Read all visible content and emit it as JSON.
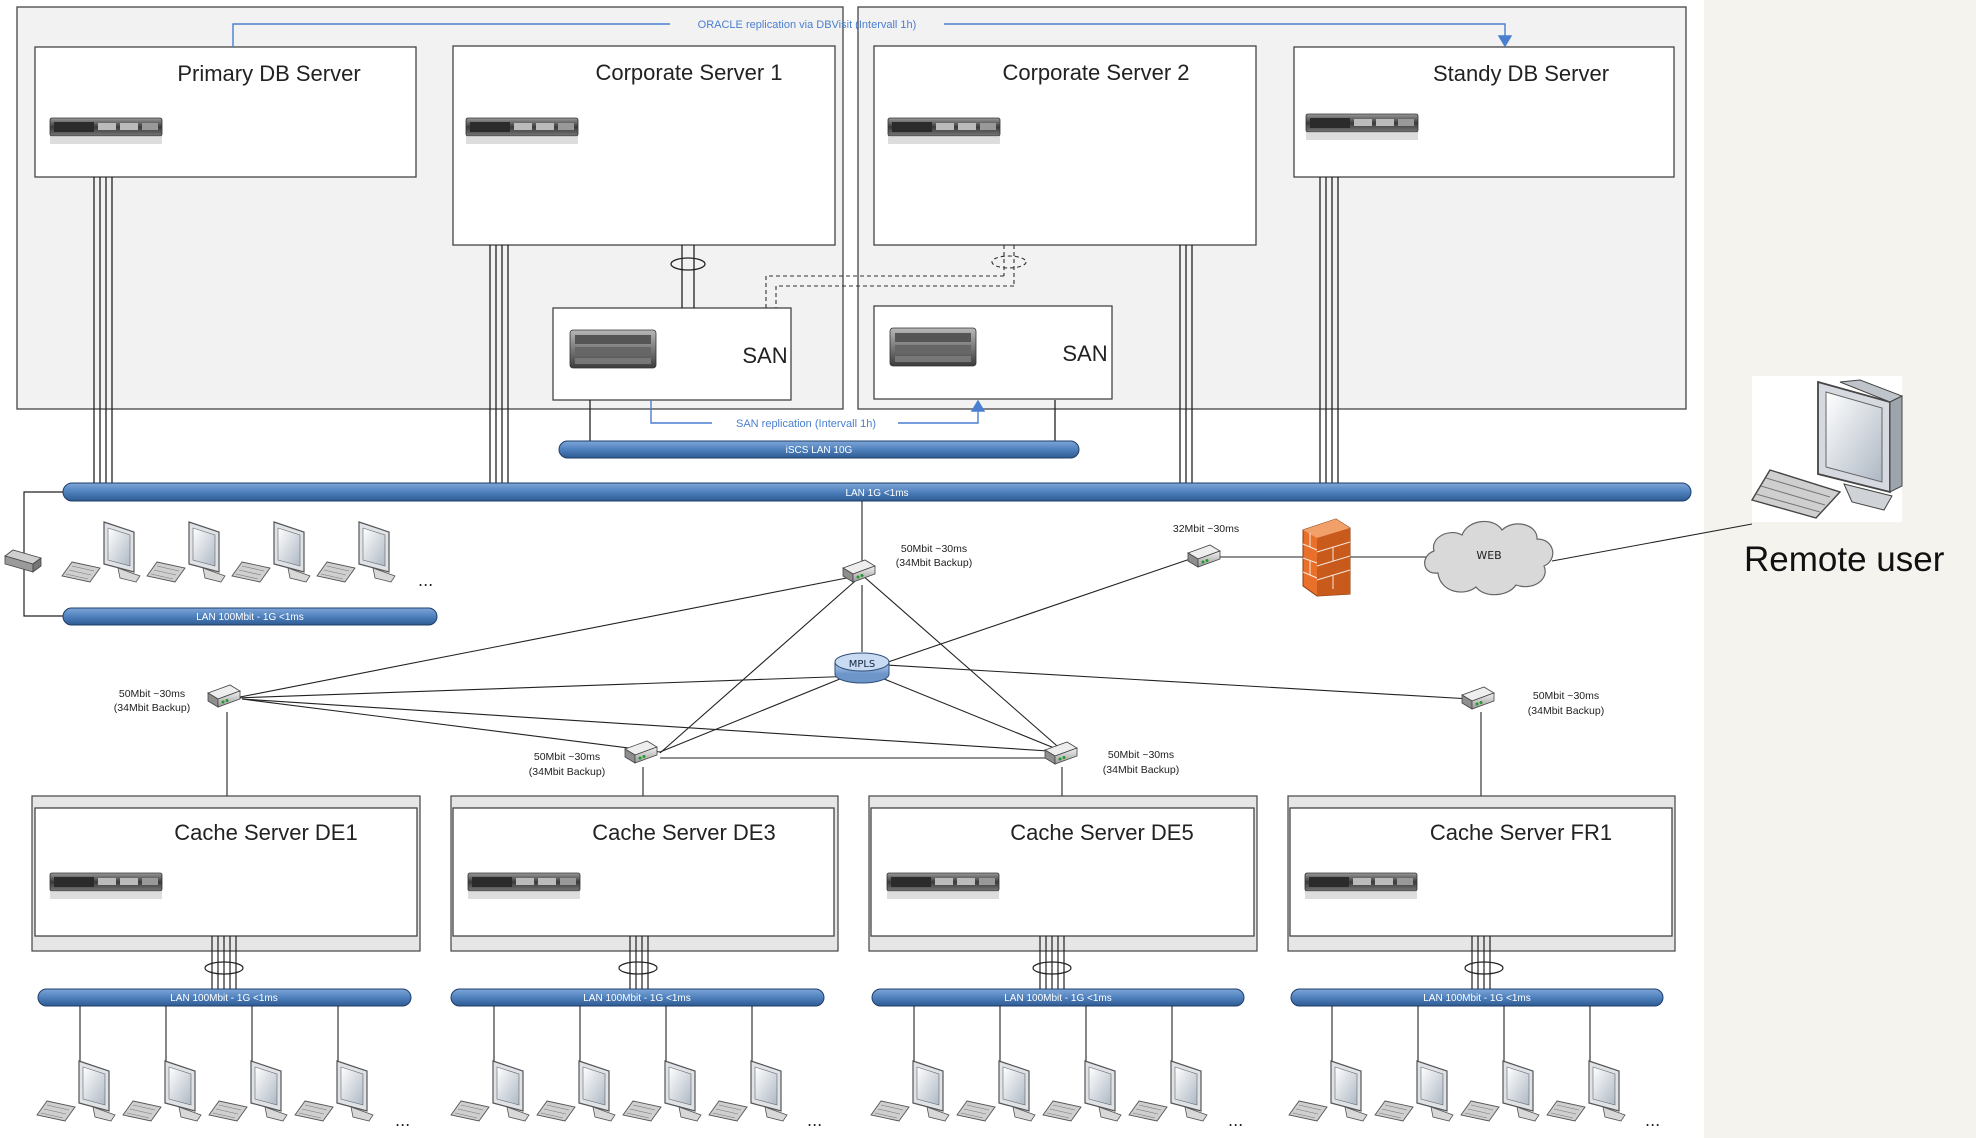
{
  "servers": {
    "primary_db": "Primary DB Server",
    "corporate1": "Corporate Server 1",
    "corporate2": "Corporate Server 2",
    "standby_db": "Standy DB Server",
    "san_left": "SAN",
    "san_right": "SAN",
    "cache_de1": "Cache Server DE1",
    "cache_de3": "Cache Server DE3",
    "cache_de5": "Cache Server DE5",
    "cache_fr1": "Cache Server FR1"
  },
  "replication": {
    "oracle": "ORACLE replication via DBVisit (Intervall 1h)",
    "san": "SAN replication (Intervall 1h)"
  },
  "buses": {
    "iscsi": "iSCS LAN 10G",
    "main_lan": "LAN 1G <1ms",
    "office_lan": "LAN 100Mbit - 1G <1ms",
    "de1_lan": "LAN 100Mbit - 1G <1ms",
    "de3_lan": "LAN 100Mbit - 1G <1ms",
    "de5_lan": "LAN 100Mbit - 1G <1ms",
    "fr1_lan": "LAN 100Mbit - 1G <1ms"
  },
  "links": {
    "hq_line1": "50Mbit ~30ms",
    "hq_line2": "(34Mbit Backup)",
    "inet": "32Mbit ~30ms",
    "de1_line1": "50Mbit ~30ms",
    "de1_line2": "(34Mbit Backup)",
    "de3_line1": "50Mbit ~30ms",
    "de3_line2": "(34Mbit Backup)",
    "de5_line1": "50Mbit ~30ms",
    "de5_line2": "(34Mbit Backup)",
    "fr1_line1": "50Mbit ~30ms",
    "fr1_line2": "(34Mbit Backup)"
  },
  "network": {
    "mpls": "MPLS",
    "web": "WEB",
    "ellipsis": "..."
  },
  "remote_user": "Remote user",
  "colors": {
    "bus_fill": "#4f81bd",
    "replication": "#4a7fd0",
    "datacenter_bg": "#f2f2f2",
    "firewall": "#e8702a",
    "cloud": "#d9d9d9"
  }
}
